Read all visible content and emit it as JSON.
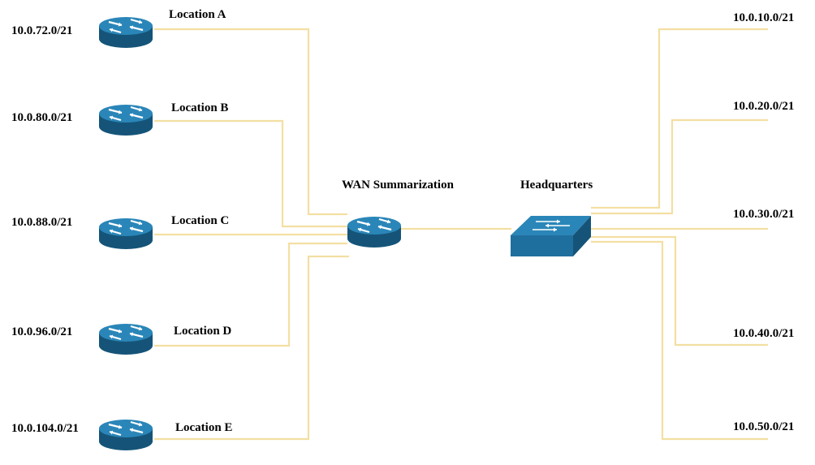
{
  "colors": {
    "link": "#f3dfa2",
    "device": "#1f6f9e",
    "device_dark": "#155478",
    "device_top": "#2a86b8"
  },
  "sites": [
    {
      "network": "10.0.72.0/21",
      "location": "Location A"
    },
    {
      "network": "10.0.80.0/21",
      "location": "Location B"
    },
    {
      "network": "10.0.88.0/21",
      "location": "Location C"
    },
    {
      "network": "10.0.96.0/21",
      "location": "Location D"
    },
    {
      "network": "10.0.104.0/21",
      "location": "Location E"
    }
  ],
  "wan_router": {
    "label": "WAN Summarization",
    "icon": "router-icon"
  },
  "hq_switch": {
    "label": "Headquarters",
    "icon": "switch-icon"
  },
  "hq_networks": [
    "10.0.10.0/21",
    "10.0.20.0/21",
    "10.0.30.0/21",
    "10.0.40.0/21",
    "10.0.50.0/21"
  ]
}
